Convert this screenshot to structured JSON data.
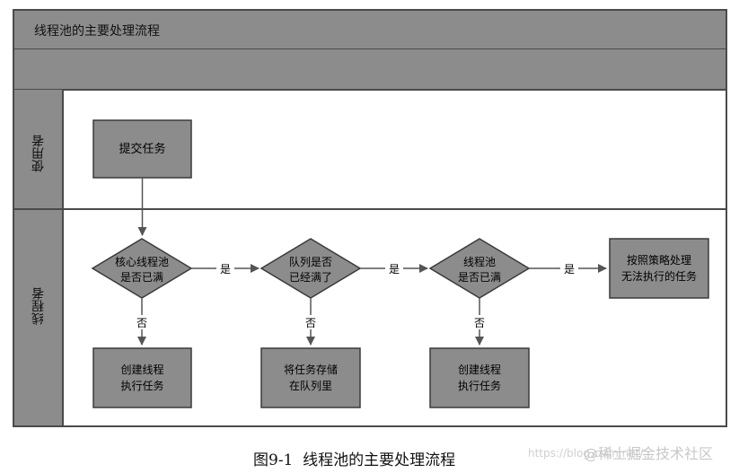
{
  "title": "线程池的主要处理流程",
  "lanes": {
    "user": "使用者",
    "pool": "线程者"
  },
  "nodes": {
    "submit": "提交任务",
    "core_full_1": "核心线程池",
    "core_full_2": "是否已满",
    "queue_full_1": "队列是否",
    "queue_full_2": "已经满了",
    "pool_full_1": "线程池",
    "pool_full_2": "是否已满",
    "policy_1": "按照策略处理",
    "policy_2": "无法执行的任务",
    "create1_1": "创建线程",
    "create1_2": "执行任务",
    "store_1": "将任务存储",
    "store_2": "在队列里",
    "create2_1": "创建线程",
    "create2_2": "执行任务"
  },
  "edges": {
    "yes": "是",
    "no": "否"
  },
  "caption": "图9-1  线程池的主要处理流程",
  "watermark": "https://blog.csdn.net/",
  "watermark_brand": "@稀土掘金技术社区"
}
